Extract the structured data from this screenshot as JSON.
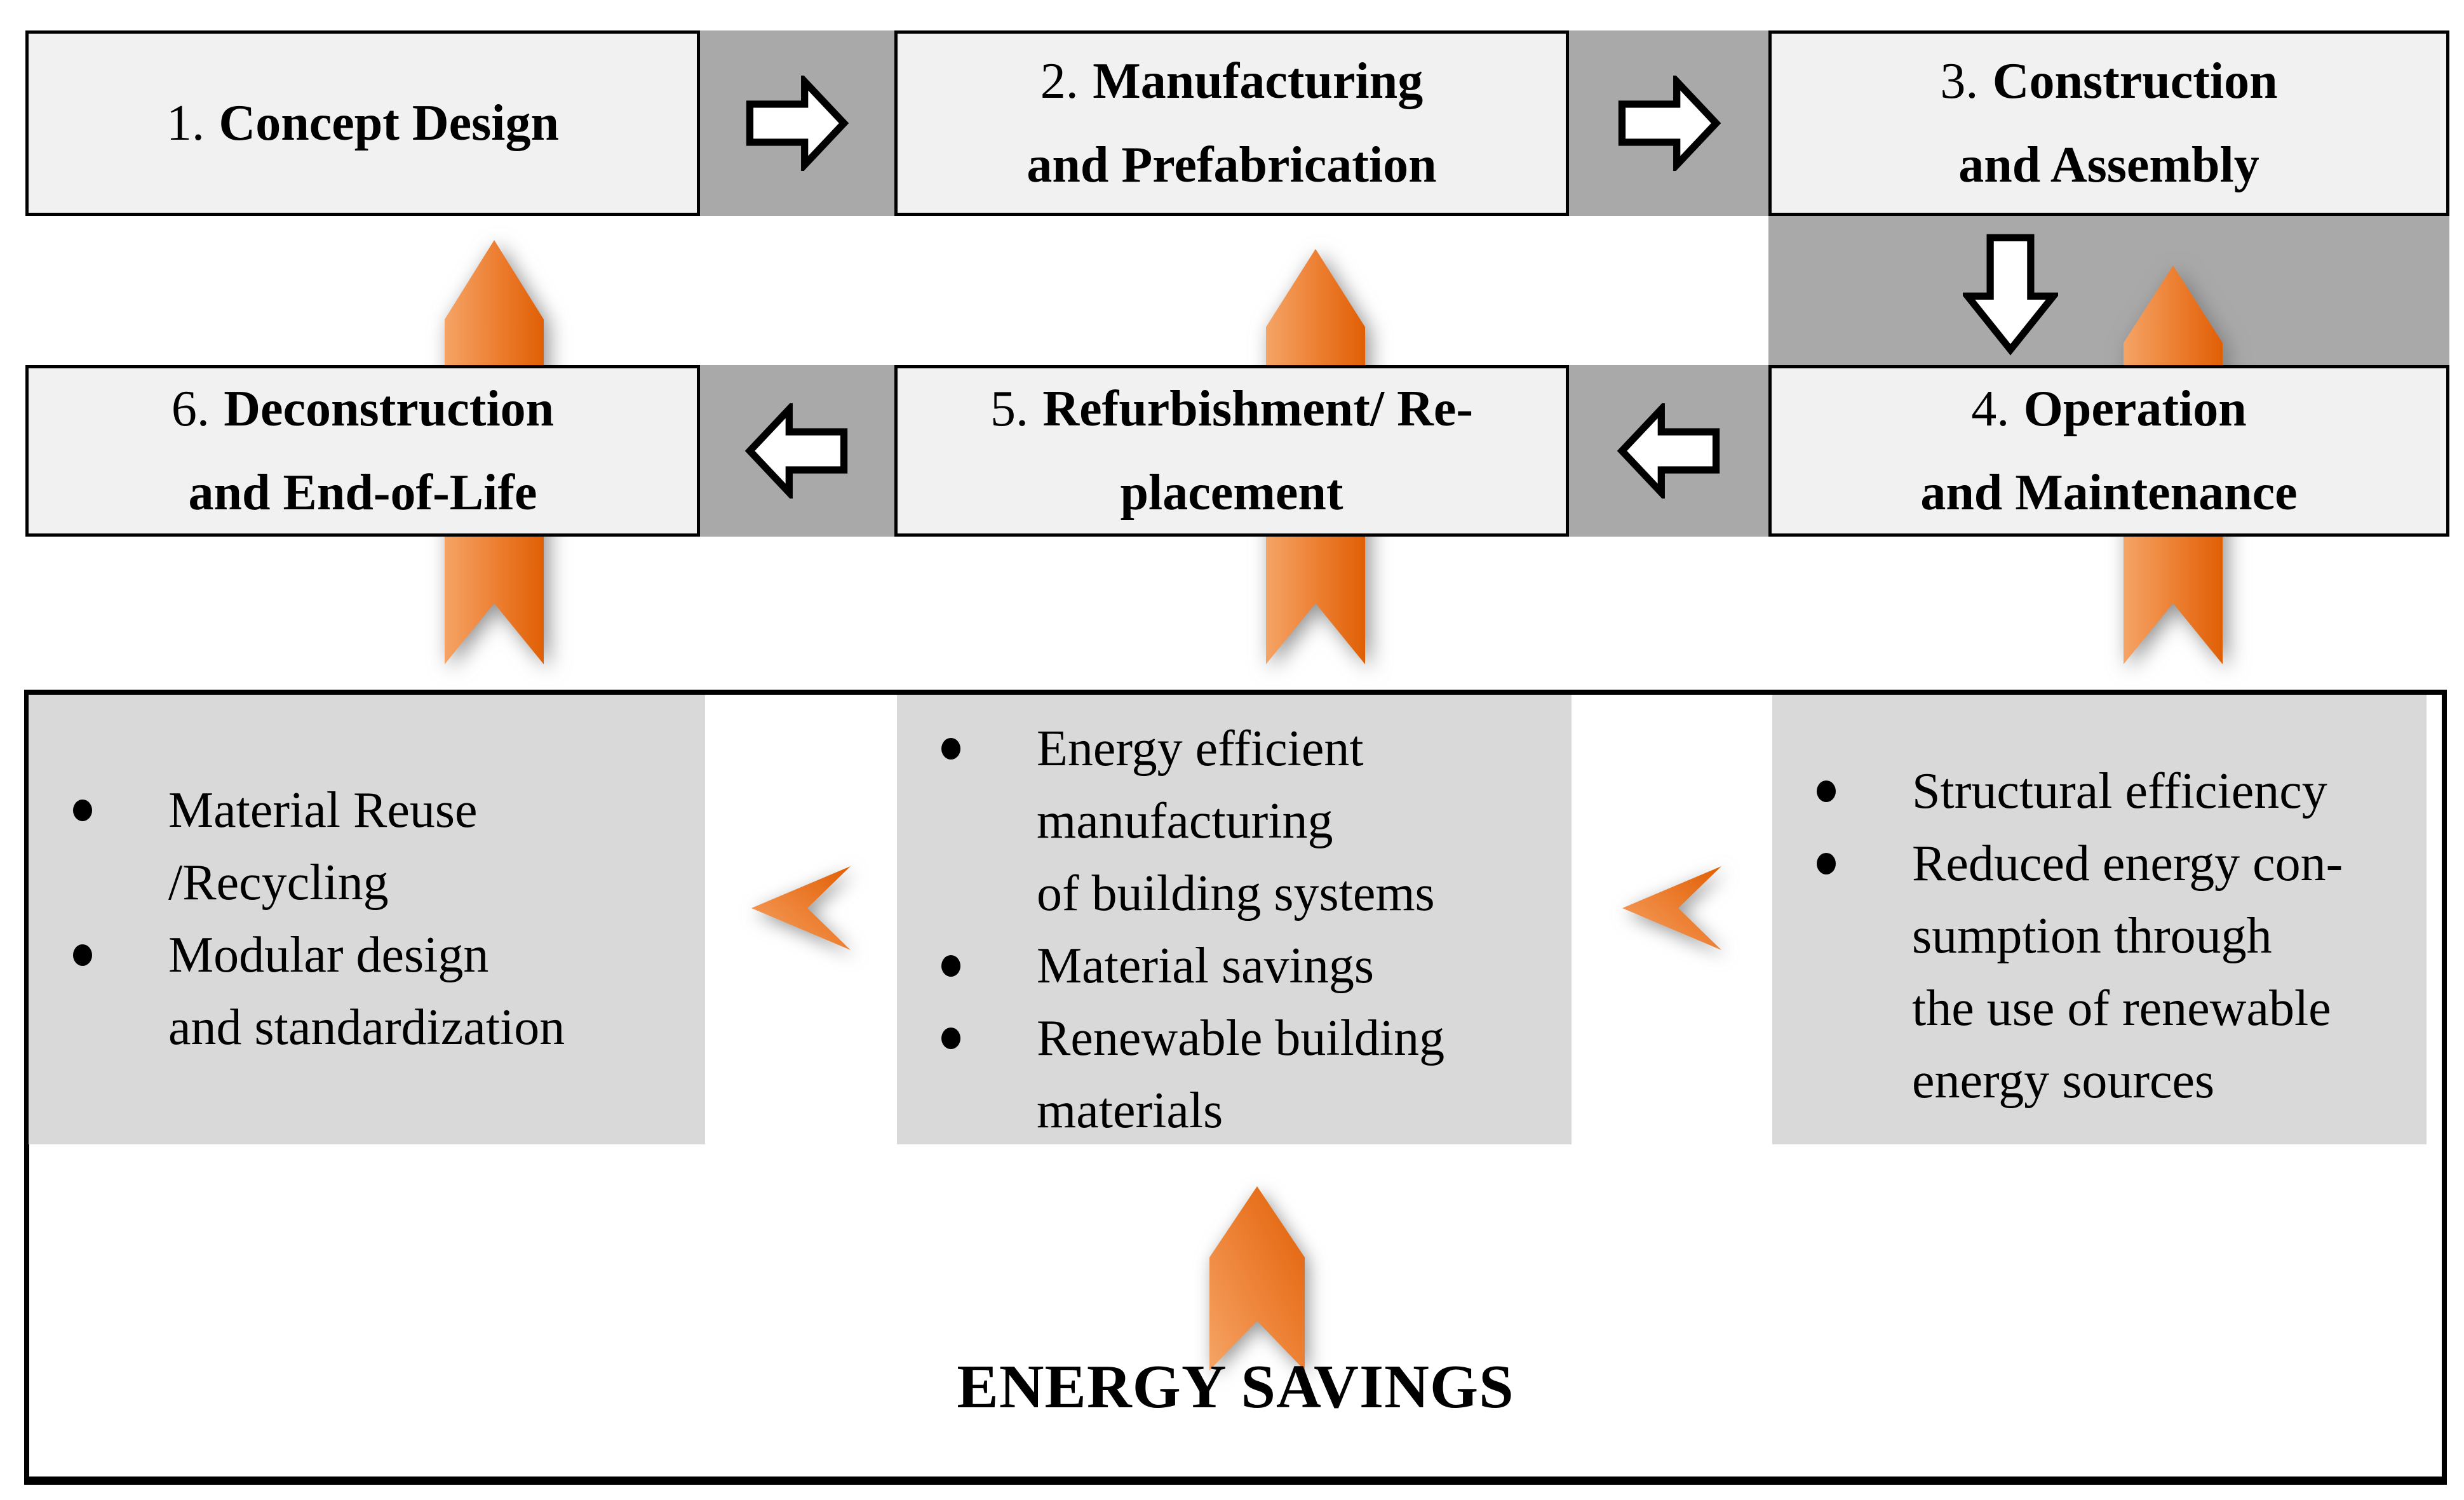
{
  "stages": [
    {
      "num": "1.",
      "line1": "Concept Design",
      "line2": ""
    },
    {
      "num": "2.",
      "line1": "Manufacturing",
      "line2": "and Prefabrication"
    },
    {
      "num": "3.",
      "line1": "Construction",
      "line2": "and Assembly"
    },
    {
      "num": "4.",
      "line1": "Operation",
      "line2": "and Maintenance"
    },
    {
      "num": "5.",
      "line1": "Refurbishment/ Re-",
      "line2": "placement"
    },
    {
      "num": "6.",
      "line1": "Deconstruction",
      "line2": "and End-of-Life"
    }
  ],
  "benefits": {
    "left": {
      "items": [
        {
          "lines": [
            "Material Reuse",
            "/Recycling"
          ]
        },
        {
          "lines": [
            "Modular design",
            "and standardization"
          ]
        }
      ]
    },
    "middle": {
      "items": [
        {
          "lines": [
            "Energy efficient",
            "manufacturing",
            "of building systems"
          ]
        },
        {
          "lines": [
            "Material savings"
          ]
        },
        {
          "lines": [
            "Renewable building",
            "materials"
          ]
        }
      ]
    },
    "right": {
      "items": [
        {
          "lines": [
            "Structural efficiency"
          ]
        },
        {
          "lines": [
            "Reduced energy con-",
            "sumption through",
            "the use of renewable",
            "energy sources"
          ]
        }
      ]
    }
  },
  "footer": {
    "label": "ENERGY SAVINGS"
  },
  "icons": {
    "flow_right": "arrow-right-icon",
    "flow_left": "arrow-left-icon",
    "flow_down": "arrow-down-icon",
    "benefit_up": "ribbon-arrow-up-icon",
    "benefit_left": "chevron-left-icon",
    "energy_up": "chevron-up-icon"
  },
  "colors": {
    "stage_fill": "#F1F1F1",
    "connector_gray": "#A9A9A9",
    "panel_gray": "#D9D9D9",
    "accent_orange": "#EC7D2F",
    "accent_orange_light": "#F5A466",
    "accent_orange_dark": "#E05F05",
    "border_black": "#000000"
  }
}
